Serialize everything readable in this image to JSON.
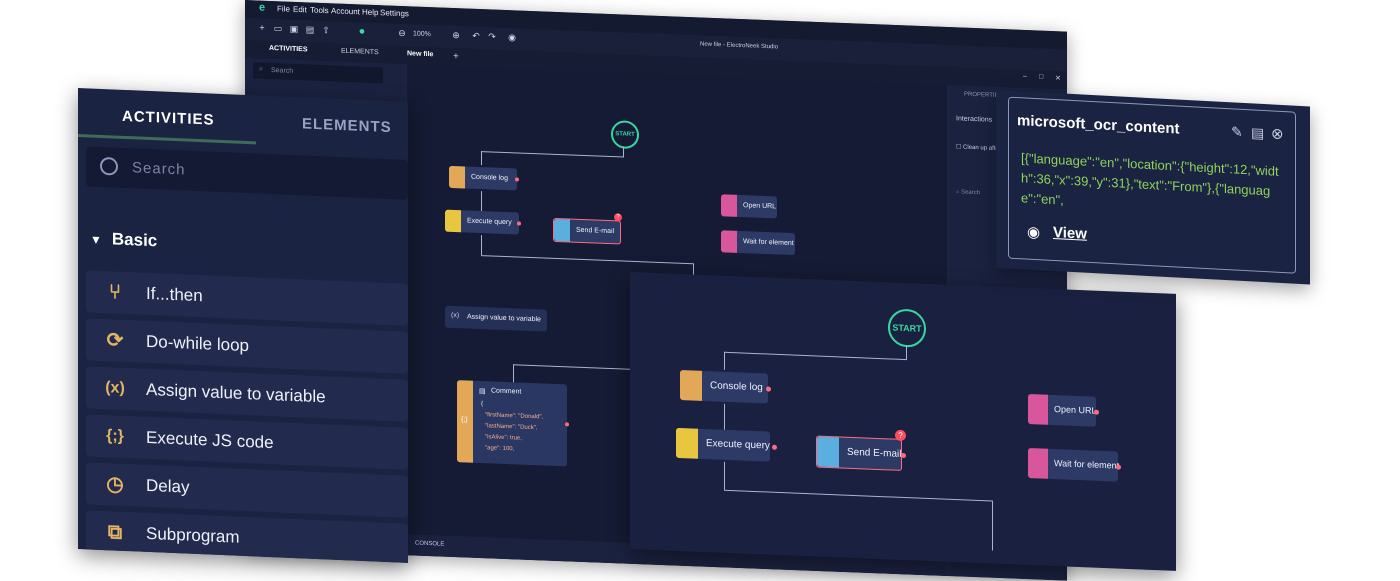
{
  "studio": {
    "window_title": "New file - ElectroNeek Studio",
    "menu": [
      "File",
      "Edit",
      "Tools",
      "Account",
      "Help",
      "Settings"
    ],
    "zoom": "100%",
    "side_tabs": [
      "ACTIVITIES",
      "ELEMENTS"
    ],
    "search_placeholder": "Search",
    "file_tab": "New file",
    "add_tab": "+",
    "props_header": "PROPERTIES",
    "interactions": "Interactions",
    "cleanup": "Clean up after",
    "props_search": "Search",
    "console": "CONSOLE",
    "nodes": {
      "start": "START",
      "console_log": "Console log",
      "execute_query": "Execute query",
      "send_email": "Send E-mail",
      "open_url": "Open URL",
      "wait_for_element": "Wait for element",
      "assign": "Assign value to variable",
      "comment_title": "Comment",
      "comment_lines": [
        "{",
        "\"firstName\": \"Donald\",",
        "\"lastName\": \"Duck\",",
        "\"isAlive\": true,",
        "\"age\": 100,"
      ]
    },
    "badge": "?"
  },
  "activities": {
    "tabs": [
      "ACTIVITIES",
      "ELEMENTS"
    ],
    "search_placeholder": "Search",
    "group": "Basic",
    "items": [
      {
        "label": "If...then",
        "icon": "branch-icon"
      },
      {
        "label": "Do-while loop",
        "icon": "loop-icon"
      },
      {
        "label": "Assign value to variable",
        "icon": "variable-icon"
      },
      {
        "label": "Execute JS code",
        "icon": "code-icon"
      },
      {
        "label": "Delay",
        "icon": "clock-icon"
      },
      {
        "label": "Subprogram",
        "icon": "puzzle-icon"
      }
    ],
    "icon_glyphs": [
      "⑂",
      "⟳",
      "(x)",
      "{;}",
      "◷",
      "⧉"
    ]
  },
  "front": {
    "start": "START",
    "console_log": "Console log",
    "execute_query": "Execute query",
    "send_email": "Send E-mail",
    "open_url": "Open URL",
    "wait_for_element": "Wait for element",
    "badge": "?"
  },
  "popup": {
    "title": "microsoft_ocr_content",
    "code": "[{\"language\":\"en\",\"location\":{\"height\":12,\"width\":36,\"x\":39,\"y\":31},\"text\":\"From\"},{\"language\":\"en\",",
    "view": "View"
  },
  "colors": {
    "console_tag": "#e3a857",
    "query_tag": "#e8c640",
    "email_tag": "#5aaee0",
    "url_tag": "#d8569c",
    "start": "#3ad6a0",
    "code_green": "#8ed45a",
    "comment_tag": "#e3a857"
  }
}
